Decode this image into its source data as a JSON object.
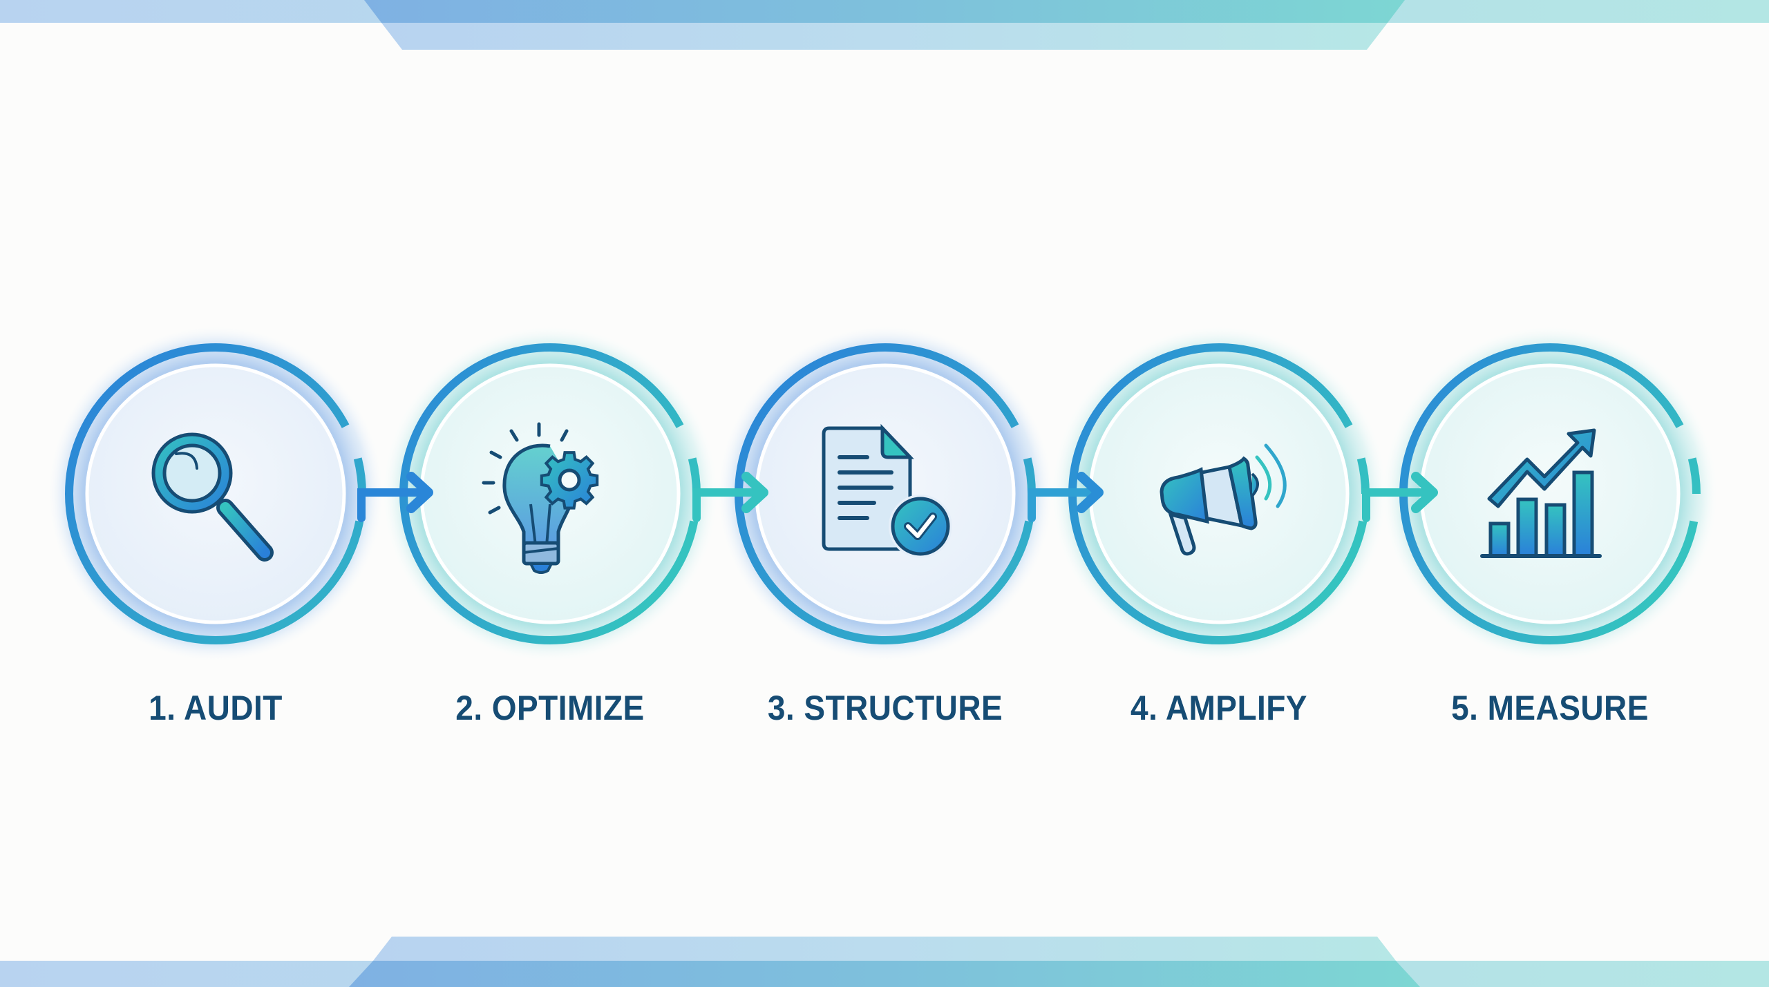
{
  "diagram": {
    "type": "process-flow",
    "colors": {
      "blue": "#2a86d8",
      "teal": "#35c3c0",
      "dark_navy": "#164c74",
      "band_blue_light": "#b8d3f0",
      "band_blue": "#7fb1e3",
      "band_teal": "#7dd6d3",
      "band_teal_light": "#b3e6e4",
      "background": "#fcfcfb"
    },
    "steps": [
      {
        "number": "1",
        "label": "1. AUDIT",
        "icon": "magnifying-glass-icon"
      },
      {
        "number": "2",
        "label": "2. OPTIMIZE",
        "icon": "lightbulb-gear-icon"
      },
      {
        "number": "3",
        "label": "3. STRUCTURE",
        "icon": "document-check-icon"
      },
      {
        "number": "4",
        "label": "4. AMPLIFY",
        "icon": "megaphone-icon"
      },
      {
        "number": "5",
        "label": "5. MEASURE",
        "icon": "bar-chart-growth-icon"
      }
    ],
    "connectors": [
      {
        "from": "1",
        "to": "2",
        "icon": "arrow-right-icon"
      },
      {
        "from": "2",
        "to": "3",
        "icon": "arrow-right-icon"
      },
      {
        "from": "3",
        "to": "4",
        "icon": "arrow-right-icon"
      },
      {
        "from": "4",
        "to": "5",
        "icon": "arrow-right-icon"
      }
    ]
  }
}
